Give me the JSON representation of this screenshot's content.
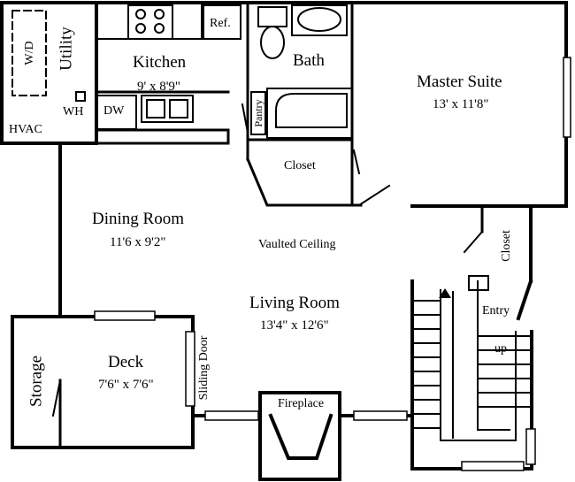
{
  "rooms": {
    "kitchen": {
      "name": "Kitchen",
      "dims": "9' x 8'9\""
    },
    "bath": {
      "name": "Bath"
    },
    "master_suite": {
      "name": "Master Suite",
      "dims": "13' x 11'8\""
    },
    "dining_room": {
      "name": "Dining Room",
      "dims": "11'6 x 9'2\""
    },
    "living_room": {
      "name": "Living Room",
      "dims": "13'4\" x 12'6\""
    },
    "deck": {
      "name": "Deck",
      "dims": "7'6\" x 7'6\""
    },
    "utility": {
      "name": "Utility"
    },
    "storage": {
      "name": "Storage"
    }
  },
  "labels": {
    "washer_dryer": "W/D",
    "water_heater": "WH",
    "hvac": "HVAC",
    "dishwasher": "DW",
    "refrigerator": "Ref.",
    "pantry": "Pantry",
    "bath_closet": "Closet",
    "entry_closet": "Closet",
    "vaulted_ceiling": "Vaulted Ceiling",
    "sliding_door": "Sliding Door",
    "fireplace": "Fireplace",
    "entry": "Entry",
    "stairs_up": "up"
  }
}
